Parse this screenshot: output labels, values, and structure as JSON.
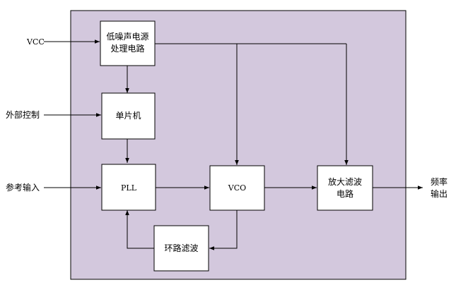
{
  "colors": {
    "panel_fill": "#d3c8dd",
    "panel_stroke": "#000000",
    "box_fill": "#ffffff"
  },
  "inputs": {
    "vcc": "VCC",
    "external_control": "外部控制",
    "reference_input": "参考输入"
  },
  "blocks": {
    "power": {
      "line1": "低噪声电源",
      "line2": "处理电路"
    },
    "mcu": "单片机",
    "pll": "PLL",
    "vco": "VCO",
    "loop_filter": "环路滤波",
    "amp_filter": {
      "line1": "放大滤波",
      "line2": "电路"
    }
  },
  "output": {
    "line1": "频率",
    "line2": "输出"
  }
}
